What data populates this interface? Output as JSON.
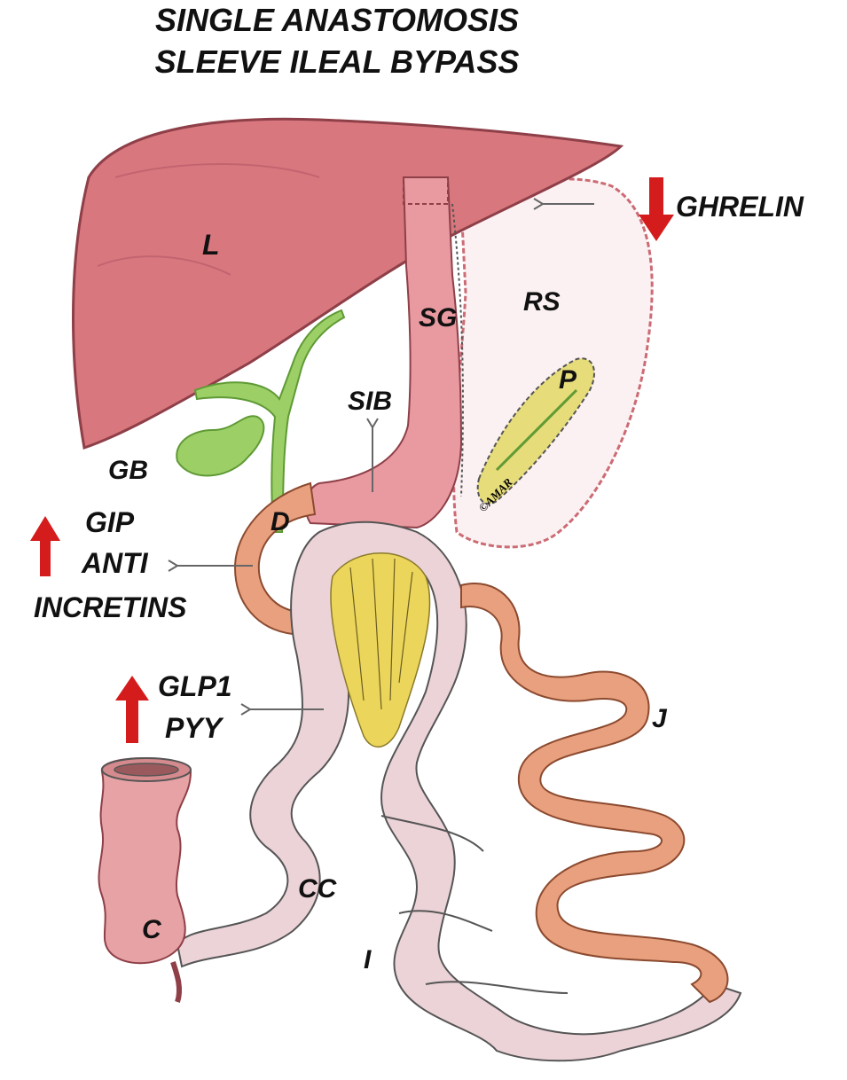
{
  "title": {
    "line1": "SINGLE ANASTOMOSIS",
    "line2": "SLEEVE ILEAL BYPASS"
  },
  "organ_labels": {
    "liver": "L",
    "sleeve_gastrectomy": "SG",
    "removed_stomach": "RS",
    "pancreas": "P",
    "single_anastomosis_bypass": "SIB",
    "gallbladder": "GB",
    "duodenum": "D",
    "jejunum": "J",
    "common_channel": "CC",
    "colon": "C",
    "ileum": "I"
  },
  "hormone_labels": {
    "ghrelin": "GHRELIN",
    "gip": "GIP",
    "anti": "ANTI",
    "incretins": "INCRETINS",
    "glp1": "GLP1",
    "pyy": "PYY"
  },
  "signature": "©AMAR",
  "colors": {
    "liver": "#d9777e",
    "liver_dark": "#b85560",
    "gut_pale": "#ecd3d8",
    "gut_outline": "#c99aa5",
    "bile": "#9dcf67",
    "bile_dark": "#5f9a35",
    "jejunum": "#e9a07e",
    "jejunum_dark": "#c96d4b",
    "pancreas": "#e6dc7a",
    "ileal_mucosa": "#ebd55a",
    "arrow_red": "#d41c1c",
    "stomach_outline": "#cc6b74"
  },
  "indicators": {
    "ghrelin": "down",
    "gip_anti_incretins": "up",
    "glp1_pyy": "up"
  }
}
